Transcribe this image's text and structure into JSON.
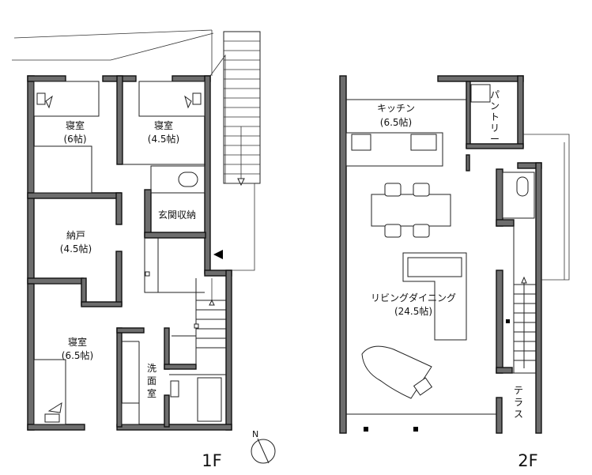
{
  "floors": {
    "first": {
      "label": "1F",
      "rooms": {
        "bedroom_a": {
          "name": "寝室",
          "size": "(6帖)"
        },
        "bedroom_b": {
          "name": "寝室",
          "size": "(4.5帖)"
        },
        "storeroom": {
          "name": "納戸",
          "size": "(4.5帖)"
        },
        "bedroom_c": {
          "name": "寝室",
          "size": "(6.5帖)"
        },
        "entrance_storage": {
          "name": "玄関収納"
        },
        "washroom": {
          "chars": [
            "洗",
            "面",
            "室"
          ]
        }
      }
    },
    "second": {
      "label": "2F",
      "rooms": {
        "kitchen": {
          "name": "キッチン",
          "size": "(6.5帖)"
        },
        "pantry": {
          "chars": [
            "パ",
            "ン",
            "ト",
            "リ",
            "ー"
          ]
        },
        "living": {
          "name": "リビングダイニング",
          "size": "(24.5帖)"
        },
        "terrace": {
          "chars": [
            "テ",
            "ラ",
            "ス"
          ]
        }
      }
    }
  },
  "compass": {
    "label": "N"
  }
}
